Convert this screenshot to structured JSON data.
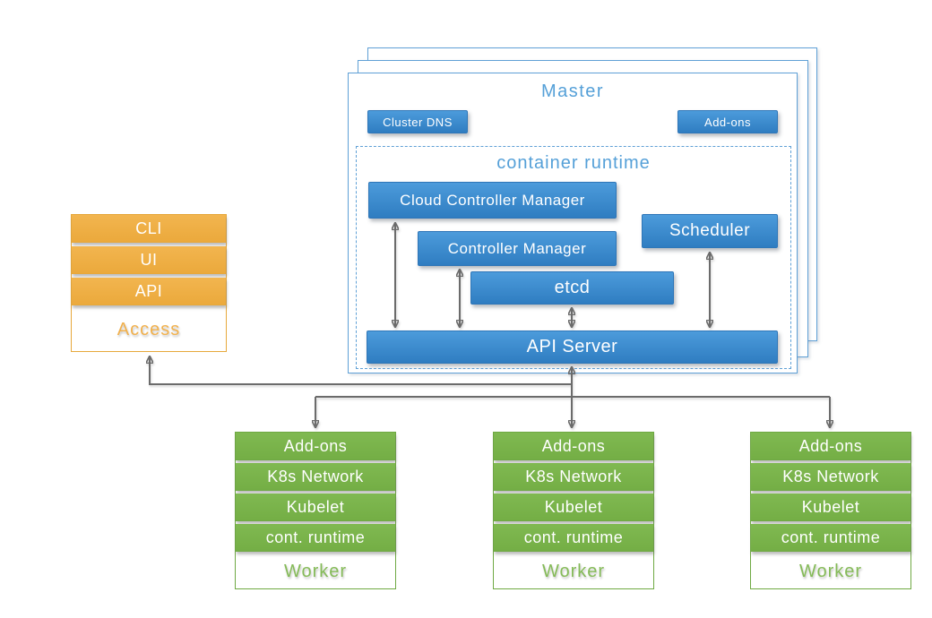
{
  "colors": {
    "blue_top": "#4C9BDB",
    "blue_bottom": "#2F7DC1",
    "blue_border": "#2E76B8",
    "light_blue_border": "#5FA0D6",
    "blue_heading": "#55A0D8",
    "orange_top": "#F2B54F",
    "orange_bottom": "#EBA93C",
    "orange_border": "#E7A83B",
    "orange_text": "#F1B04C",
    "green_top": "#80B951",
    "green_bottom": "#74AE45",
    "green_border": "#6FA943",
    "green_text": "#85BB58",
    "line_gray": "#6B6B6B"
  },
  "master": {
    "title": "Master",
    "cluster_dns_label": "Cluster DNS",
    "addons_label": "Add-ons",
    "runtime": {
      "title": "container runtime",
      "cloud_controller_manager": "Cloud Controller Manager",
      "controller_manager": "Controller Manager",
      "scheduler": "Scheduler",
      "etcd": "etcd",
      "api_server": "API Server"
    }
  },
  "access": {
    "title": "Access",
    "items": [
      "CLI",
      "UI",
      "API"
    ]
  },
  "workers": [
    {
      "title": "Worker",
      "items": [
        "Add-ons",
        "K8s Network",
        "Kubelet",
        "cont. runtime"
      ]
    },
    {
      "title": "Worker",
      "items": [
        "Add-ons",
        "K8s Network",
        "Kubelet",
        "cont. runtime"
      ]
    },
    {
      "title": "Worker",
      "items": [
        "Add-ons",
        "K8s Network",
        "Kubelet",
        "cont. runtime"
      ]
    }
  ]
}
